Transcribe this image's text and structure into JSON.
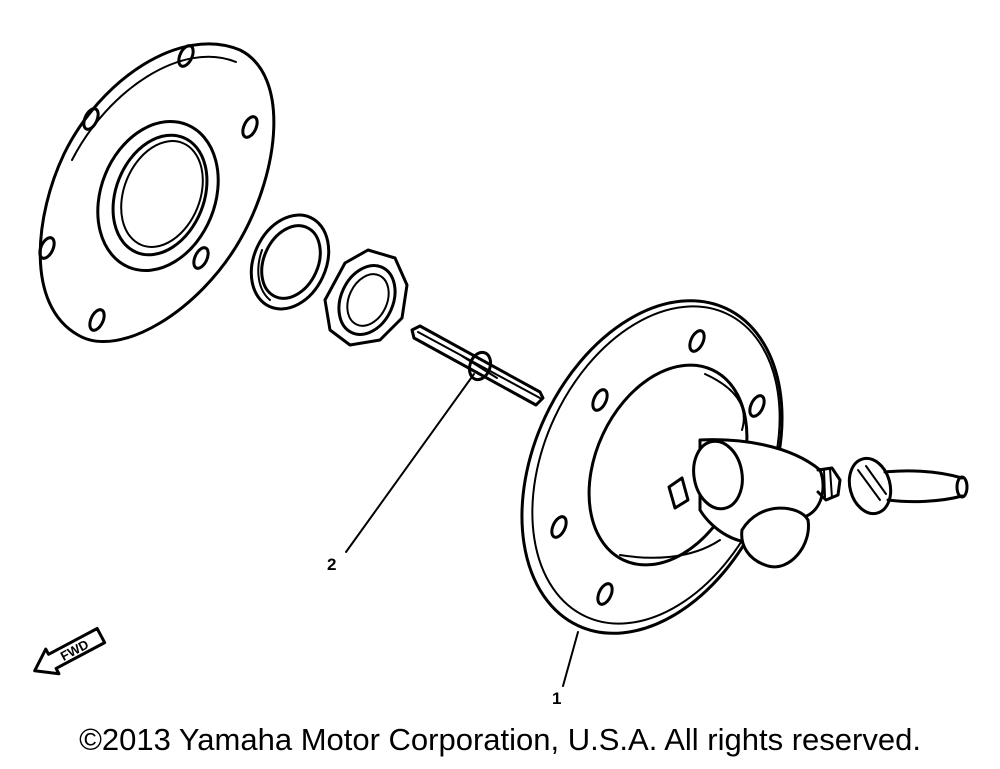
{
  "callouts": {
    "part_1": "1",
    "part_2": "2"
  },
  "direction_label": "FWD",
  "copyright": "©2013 Yamaha Motor Corporation, U.S.A. All rights reserved."
}
